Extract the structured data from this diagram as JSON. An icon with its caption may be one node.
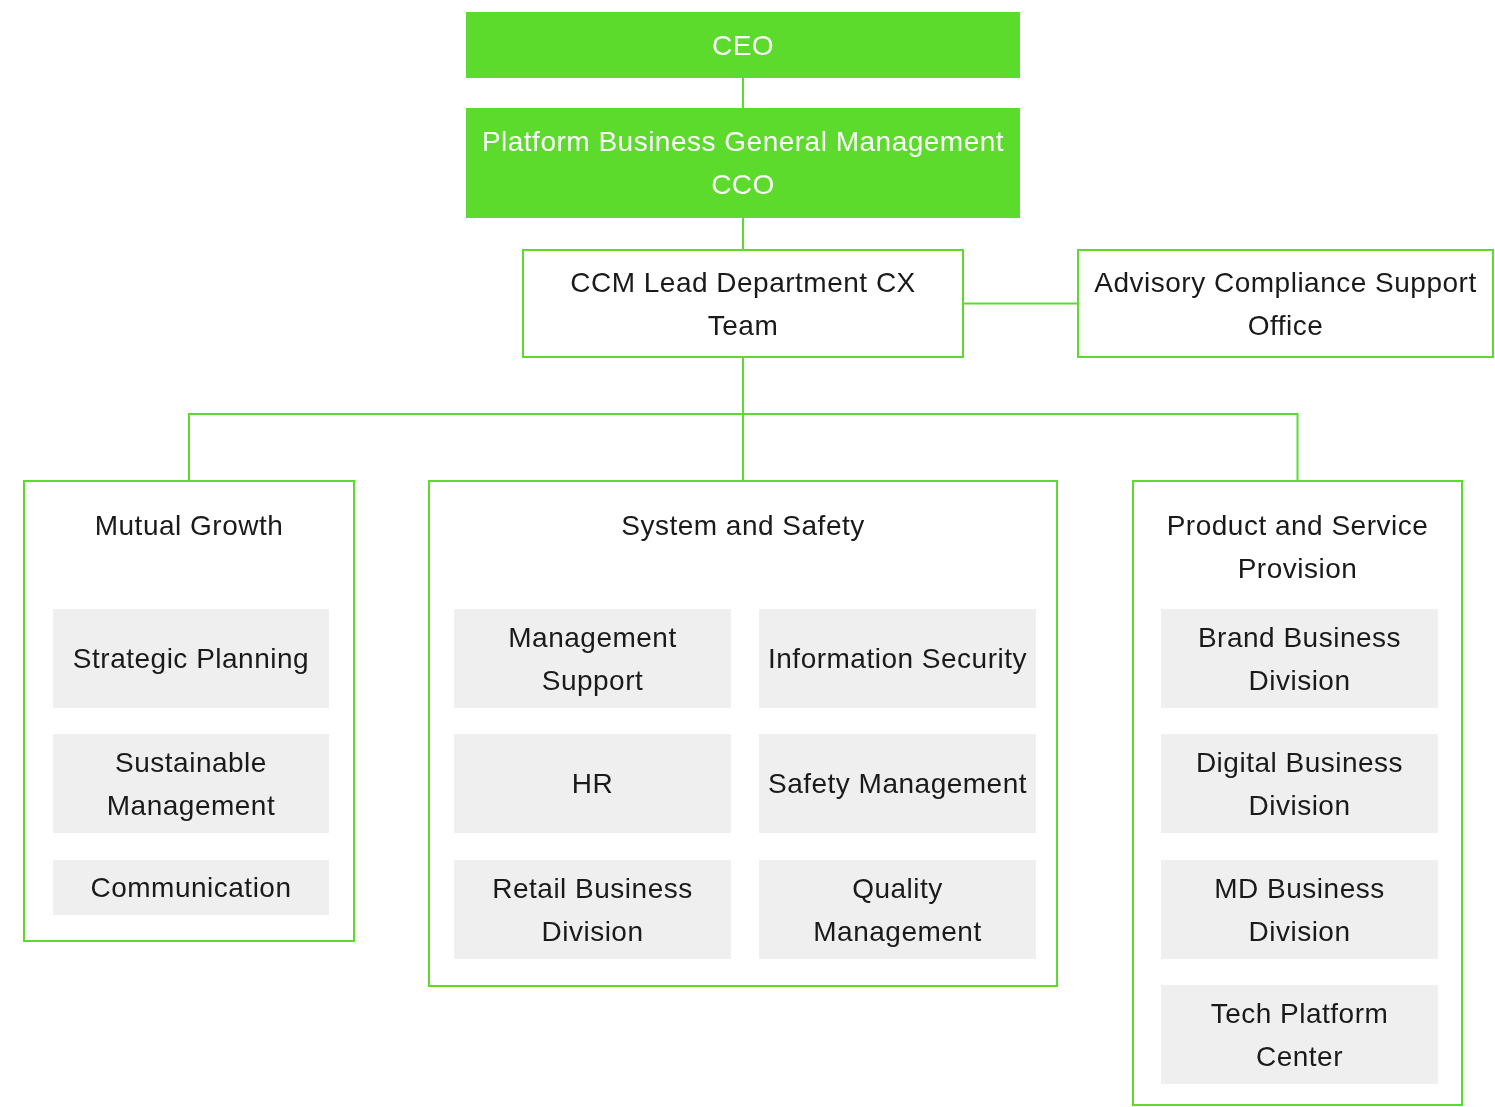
{
  "diagram": {
    "nodes": [
      {
        "text": [
          "CEO"
        ]
      },
      {
        "text": [
          "Platform Business General Management CCO"
        ]
      },
      {
        "text": [
          "CCM Lead Department CX Team"
        ]
      },
      {
        "text": [
          "Advisory Compliance Support Office"
        ]
      },
      {
        "text": [
          "Mutual Growth"
        ]
      },
      {
        "text": [
          "Strategic Planning"
        ],
        "in": 4
      },
      {
        "text": [
          "Sustainable Management"
        ],
        "in": 4
      },
      {
        "text": [
          "Communication"
        ],
        "in": 4
      },
      {
        "text": [
          "System and Safety"
        ]
      },
      {
        "text": [
          "Management Support"
        ],
        "in": 8
      },
      {
        "text": [
          "Information Security"
        ],
        "in": 8
      },
      {
        "text": [
          "HR"
        ],
        "in": 8
      },
      {
        "text": [
          "Safety Management"
        ],
        "in": 8
      },
      {
        "text": [
          "Retail Business Division"
        ],
        "in": 8
      },
      {
        "text": [
          "Quality Management"
        ],
        "in": 8
      },
      {
        "text": [
          "Product and Service Provision"
        ]
      },
      {
        "text": [
          "Brand Business Division"
        ],
        "in": 15
      },
      {
        "text": [
          "Digital Business Division"
        ],
        "in": 15
      },
      {
        "text": [
          "MD Business Division"
        ],
        "in": 15
      },
      {
        "text": [
          "Tech Platform Center"
        ],
        "in": 15
      }
    ],
    "edges": [
      {
        "from": 0,
        "to": 1,
        "arrow": "none"
      },
      {
        "from": 1,
        "to": 2,
        "arrow": "none"
      },
      {
        "from": 2,
        "to": 3,
        "arrow": "none"
      },
      {
        "from": 2,
        "to": 4,
        "arrow": "none"
      },
      {
        "from": 2,
        "to": 8,
        "arrow": "none"
      },
      {
        "from": 2,
        "to": 15,
        "arrow": "none"
      }
    ]
  }
}
